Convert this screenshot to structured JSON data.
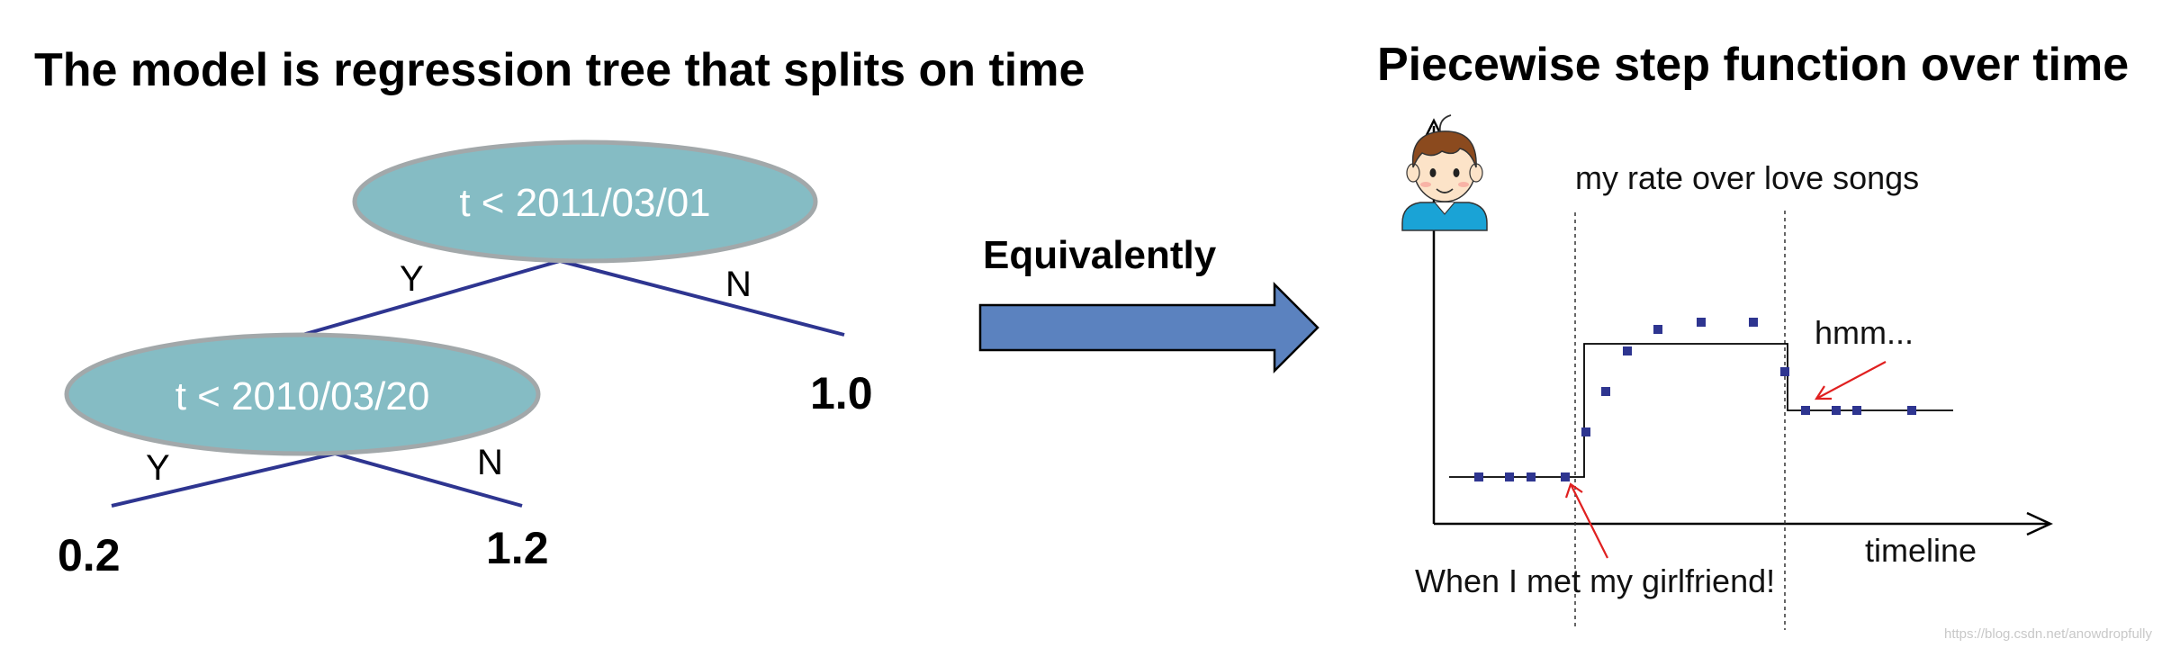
{
  "left_title": "The model is regression tree that splits on time",
  "right_title": "Piecewise step function over time",
  "tree": {
    "root_condition": "t < 2011/03/01",
    "child_condition": "t < 2010/03/20",
    "yes_label": "Y",
    "no_label": "N",
    "leaf_right": "1.0",
    "leaf_left": "0.2",
    "leaf_mid": "1.2",
    "node_color": "#85bcc4",
    "edge_color": "#2e3590"
  },
  "connector": {
    "label": "Equivalently",
    "arrow_color": "#5b82bf"
  },
  "plot": {
    "caption": "my rate over love songs",
    "annotation_top": "hmm...",
    "annotation_bottom": "When I met my girlfriend!",
    "x_axis_label": "timeline",
    "point_color": "#2e3590",
    "annotation_color": "#e02020"
  },
  "watermark": "https://blog.csdn.net/anowdropfully"
}
